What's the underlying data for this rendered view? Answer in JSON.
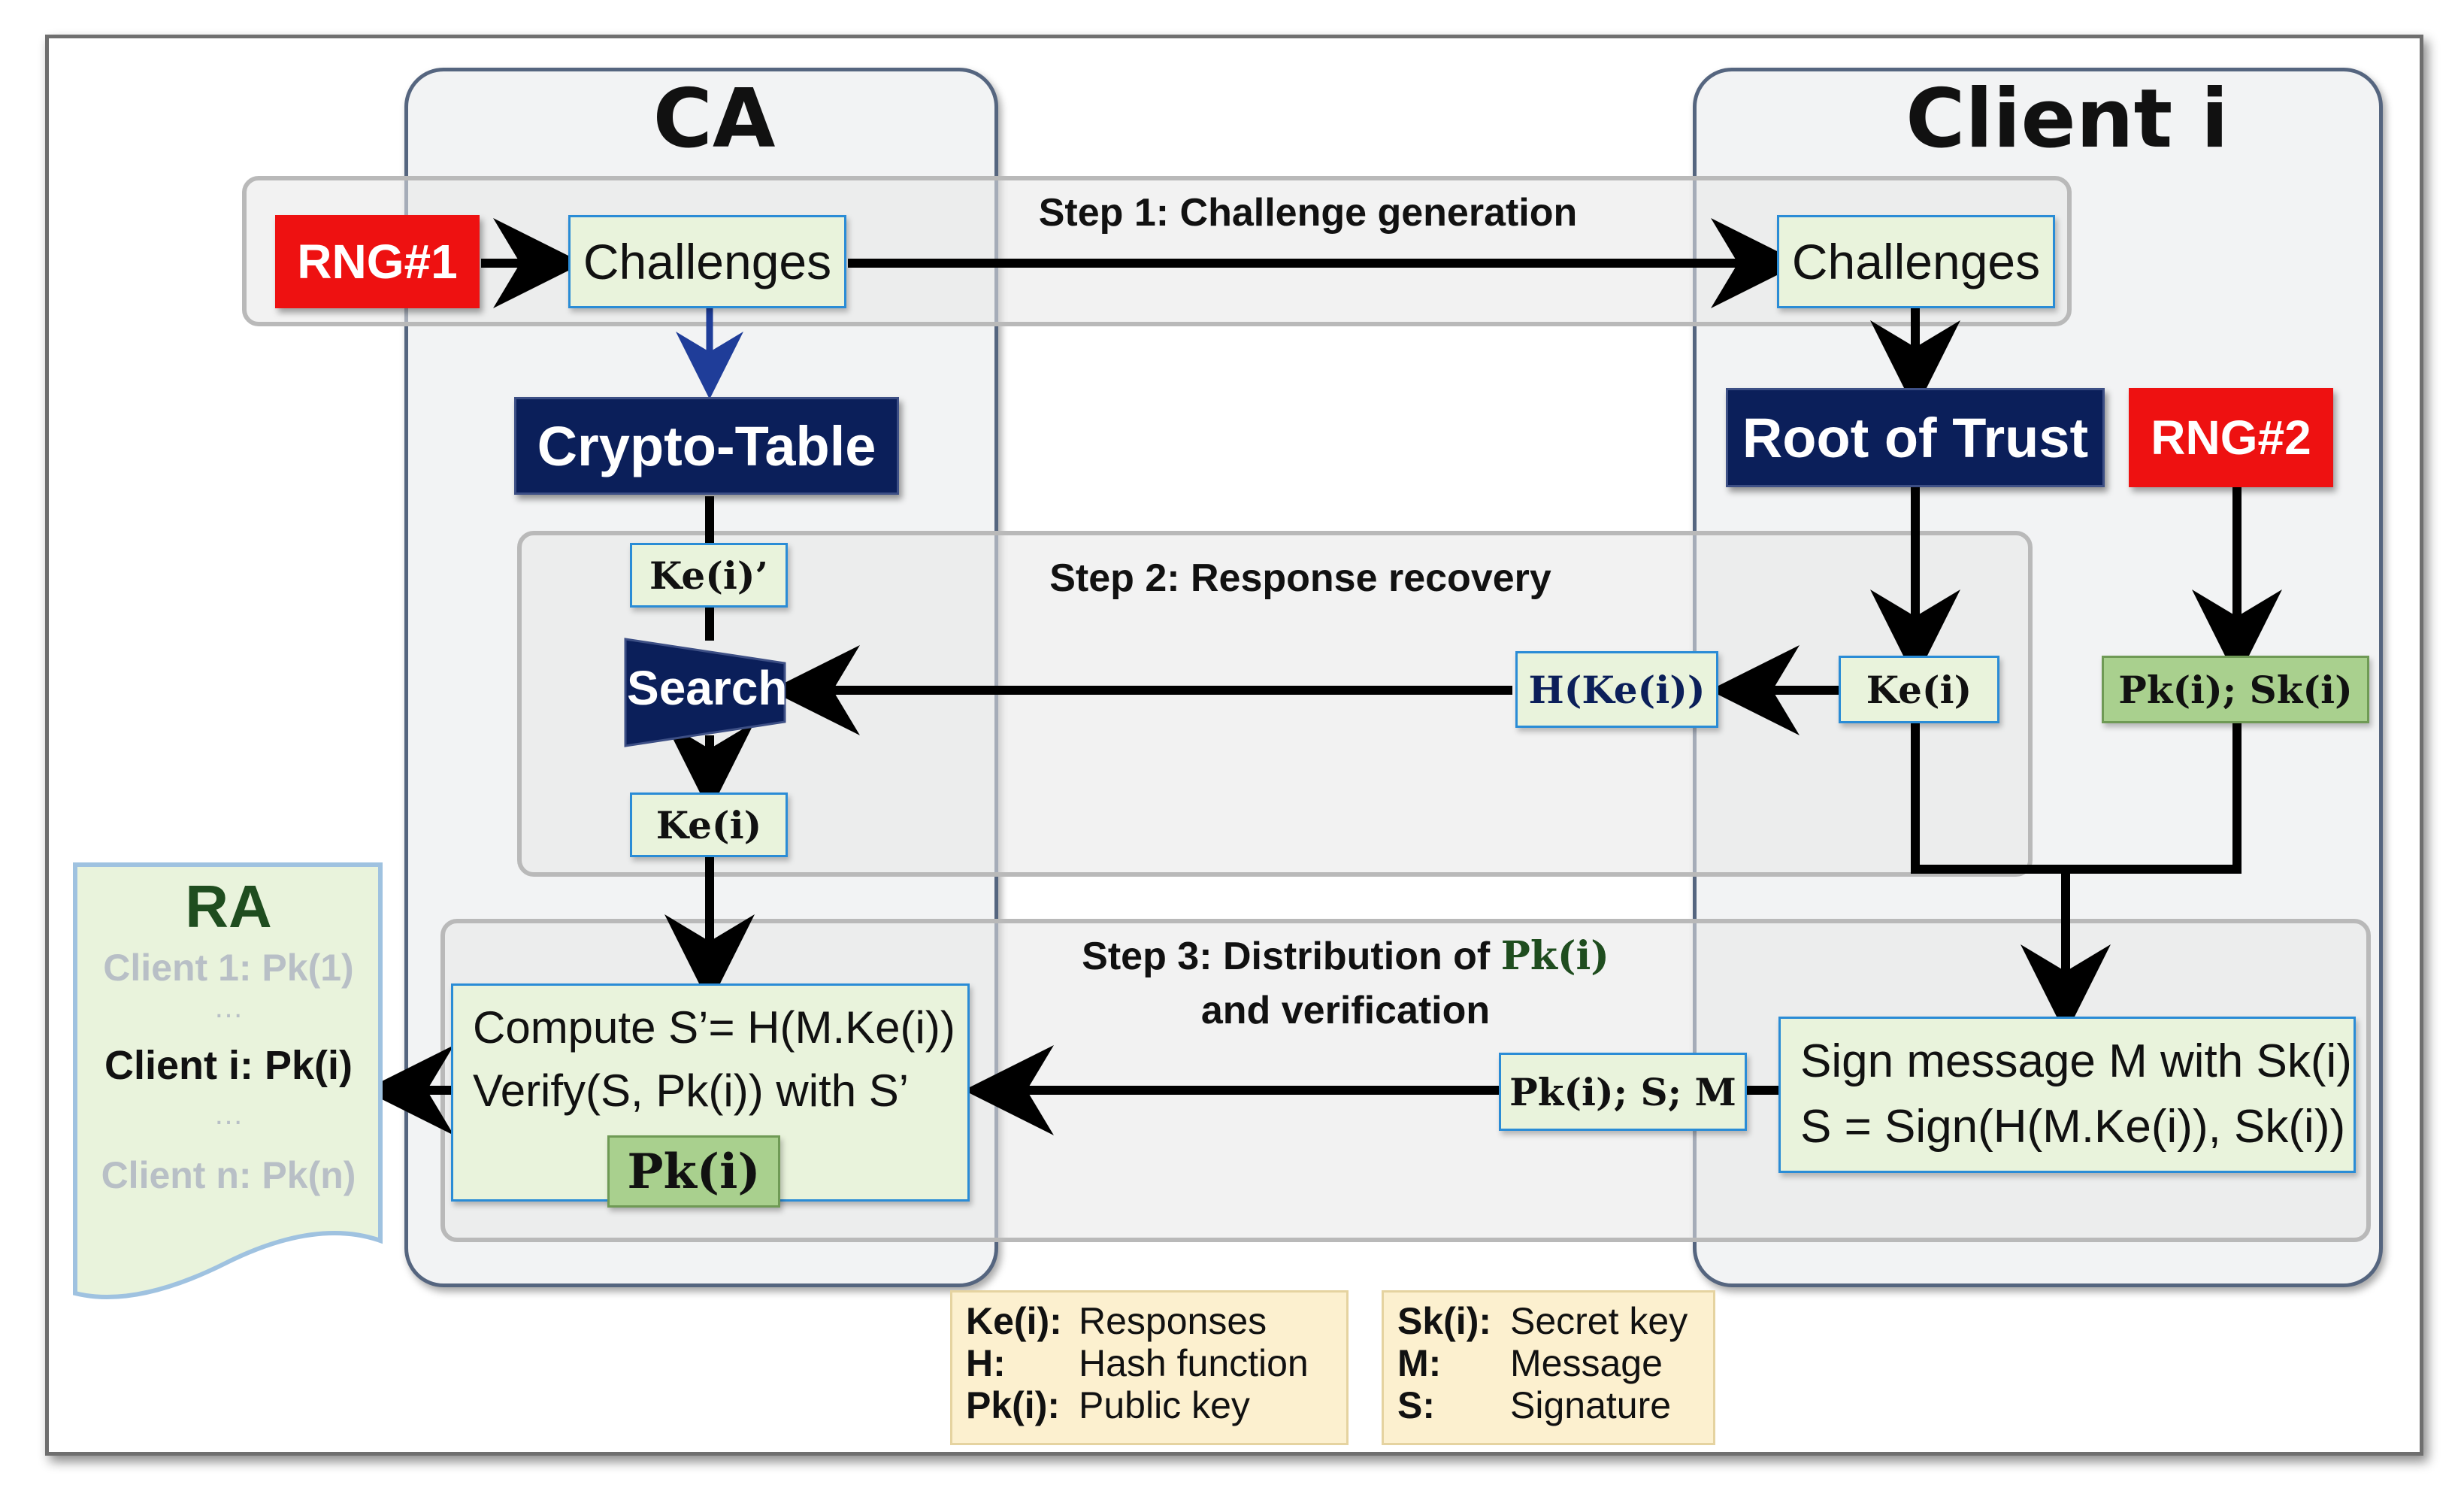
{
  "columns": {
    "ca": "CA",
    "client": "Client i"
  },
  "steps": {
    "step1": "Step 1: Challenge generation",
    "step2": "Step 2: Response recovery",
    "step3_line1": "Step 3: Distribution of",
    "step3_math": "Pk(i)",
    "step3_line2": "and verification"
  },
  "ca": {
    "rng": "RNG#1",
    "challenges": "Challenges",
    "crypto_table": "Crypto-Table",
    "ke_prime": "Ke(i)’",
    "search": "Search",
    "ke": "Ke(i)",
    "compute": "Compute S’= H(M.Ke(i))",
    "verify": "Verify(S, Pk(i)) with S’",
    "pk": "Pk(i)"
  },
  "client": {
    "challenges": "Challenges",
    "root_of_trust": "Root of Trust",
    "rng": "RNG#2",
    "ke": "Ke(i)",
    "pk_sk": "Pk(i); Sk(i)",
    "hash_ke": "H(Ke(i))",
    "sign1": "Sign message M with Sk(i)",
    "sign2": "S = Sign(H(M.Ke(i)), Sk(i))",
    "pk_s_m": "Pk(i); S; M"
  },
  "ra": {
    "title": "RA",
    "client1": "Client 1: Pk(1)",
    "dots1": "…",
    "clienti": "Client i: Pk(i)",
    "dots2": "…",
    "clientn": "Client n: Pk(n)"
  },
  "legend_left": [
    {
      "key": "Ke(i):",
      "value": "Responses"
    },
    {
      "key": "H:",
      "value": "Hash function"
    },
    {
      "key": "Pk(i):",
      "value": "Public key"
    }
  ],
  "legend_right": [
    {
      "key": "Sk(i):",
      "value": "Secret key"
    },
    {
      "key": "M:",
      "value": "Message"
    },
    {
      "key": "S:",
      "value": "Signature"
    }
  ],
  "colors": {
    "rng_red": "#ee1111",
    "navy": "#0b1f5a",
    "light_green": "#e9f3dc",
    "mid_green": "#a9d08e",
    "legend_bg": "#fcf0cf",
    "arrow_blue": "#1f3d99"
  }
}
